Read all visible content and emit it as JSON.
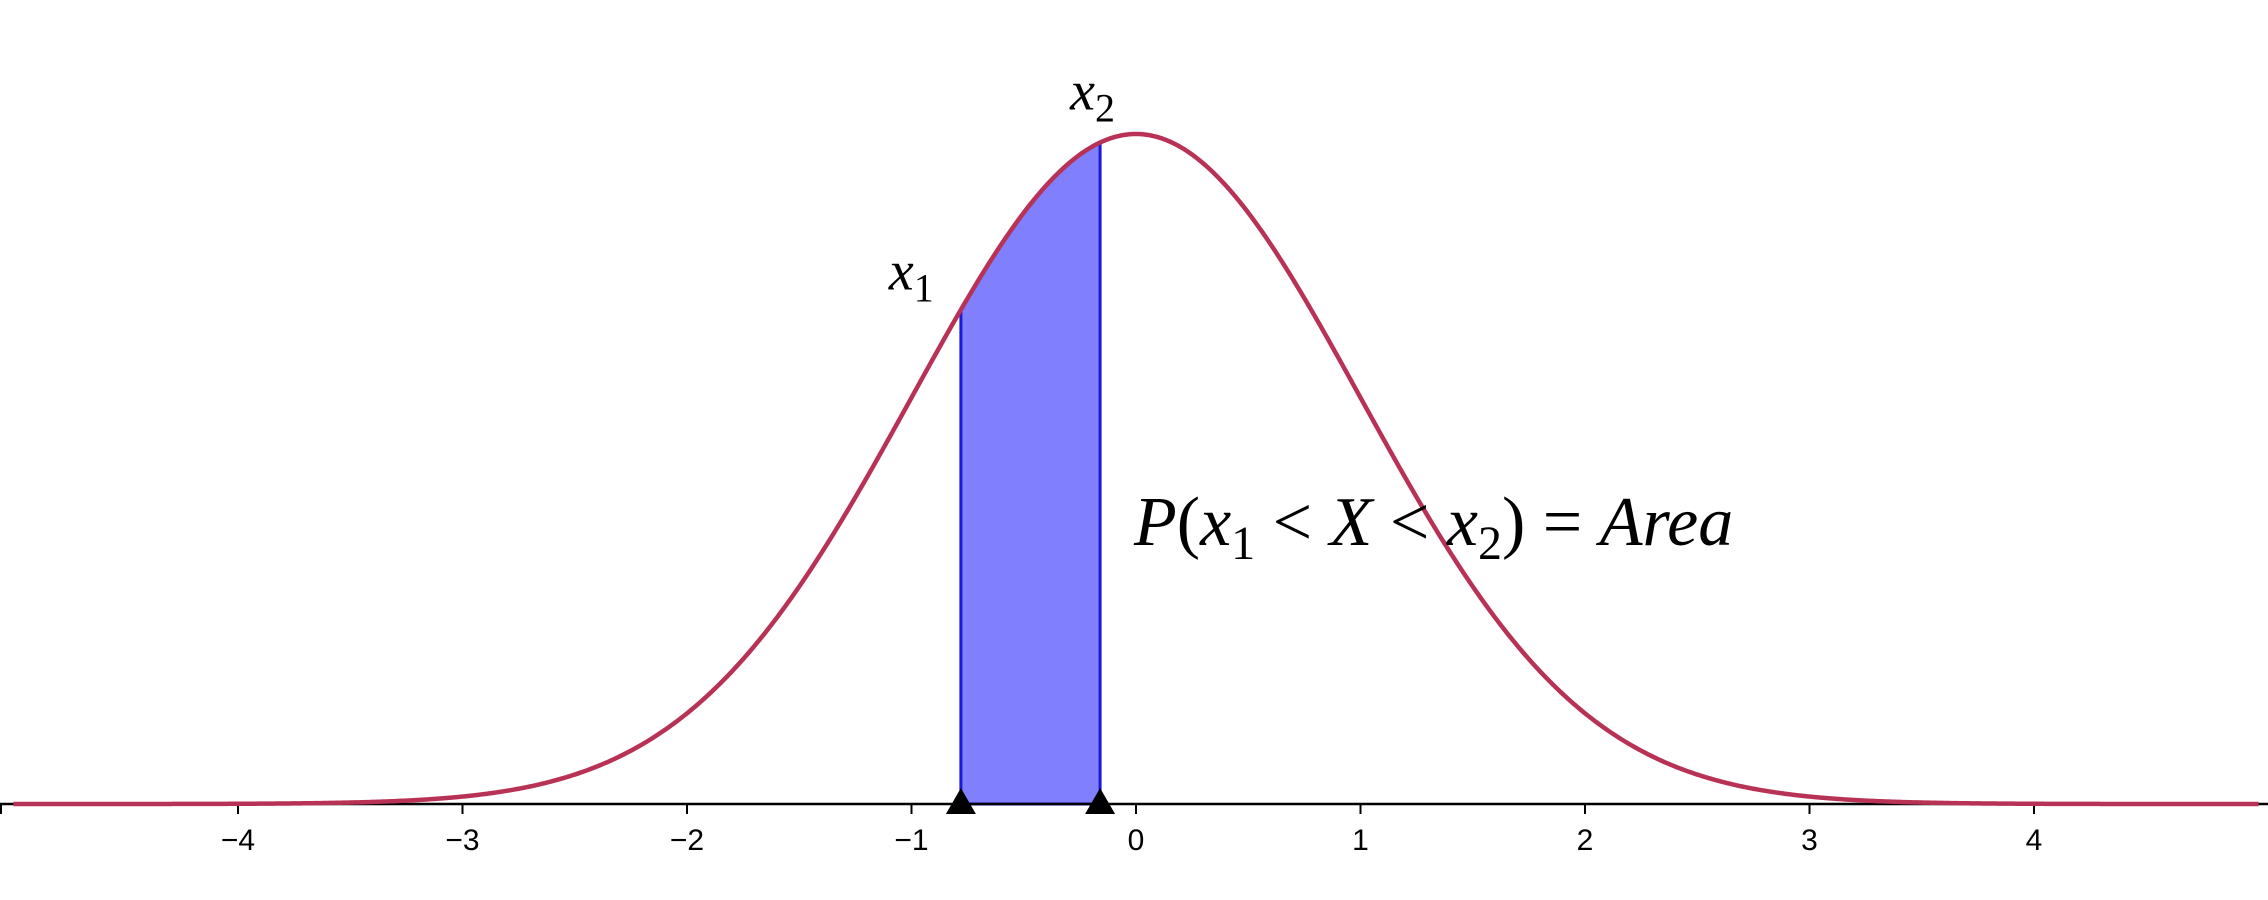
{
  "diagram": {
    "type": "normal-distribution-area",
    "distribution": {
      "mean": 0,
      "sd": 1
    },
    "x_range": [
      -5,
      5
    ],
    "x_ticks": [
      "−4",
      "−3",
      "−2",
      "−1",
      "0",
      "1",
      "2",
      "3",
      "4"
    ],
    "tick_values": [
      -4,
      -3,
      -2,
      -1,
      0,
      1,
      2,
      3,
      4
    ],
    "shaded_interval": {
      "x1": -0.78,
      "x2": -0.16
    },
    "labels": {
      "x1": {
        "var": "x",
        "sub": "1"
      },
      "x2": {
        "var": "x",
        "sub": "2"
      },
      "formula": {
        "P": "P",
        "open": "(",
        "x1_var": "x",
        "x1_sub": "1",
        "lt1": " < ",
        "X": "X",
        "lt2": " < ",
        "x2_var": "x",
        "x2_sub": "2",
        "close": ")",
        "eq": " = ",
        "area": "Area"
      }
    },
    "colors": {
      "curve": "#b83256",
      "fill": "#8080ff",
      "fill_edge": "#1a1ad6",
      "axis": "#000000",
      "marker": "#000000"
    }
  }
}
